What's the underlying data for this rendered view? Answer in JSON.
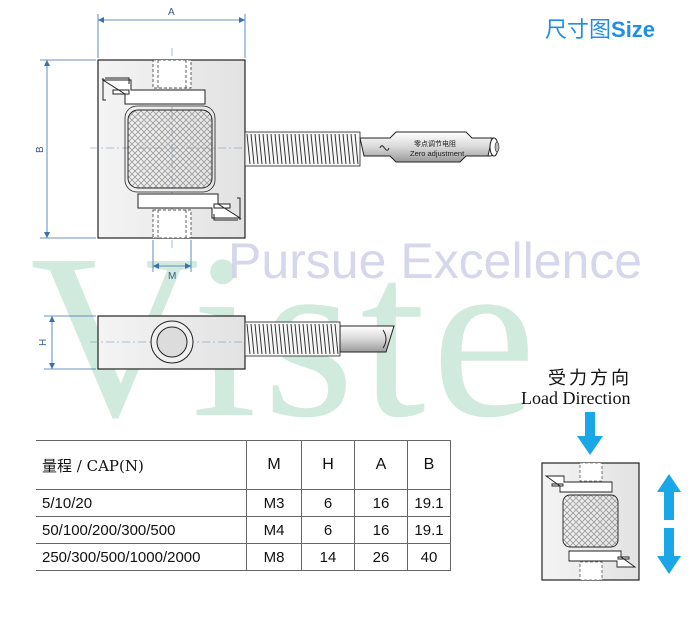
{
  "title": {
    "cn": "尺寸图",
    "en": "Size"
  },
  "watermark": {
    "big": "Viste",
    "slogan": "Pursue Excellence"
  },
  "dimensions": {
    "a": "A",
    "b": "B",
    "m": "M",
    "h": "H"
  },
  "cable_label": {
    "cn": "零点调节电阻",
    "en": "Zero adjustment"
  },
  "load_direction": {
    "cn": "受力方向",
    "en": "Load Direction"
  },
  "table": {
    "headers": [
      "量程 / CAP(N)",
      "M",
      "H",
      "A",
      "B"
    ],
    "rows": [
      [
        "5/10/20",
        "M3",
        "6",
        "16",
        "19.1"
      ],
      [
        "50/100/200/300/500",
        "M4",
        "6",
        "16",
        "19.1"
      ],
      [
        "250/300/500/1000/2000",
        "M8",
        "14",
        "26",
        "40"
      ]
    ]
  },
  "colors": {
    "accent_blue": "#1f8fe6",
    "watermark_green": "#bfe2d2",
    "line": "#222222",
    "dim_blue": "#3a6fb0"
  }
}
